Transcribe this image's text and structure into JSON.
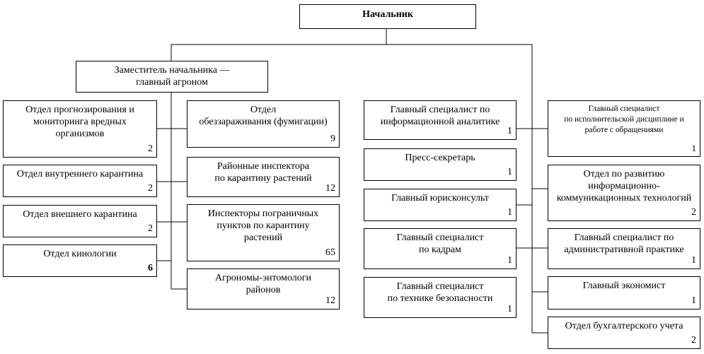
{
  "chief": {
    "label": "Начальник"
  },
  "deputy": {
    "label": "Заместитель начальника —\nглавный агроном"
  },
  "agro_left": [
    {
      "label": "Отдел прогнозирования и\nмониторинга вредных\nорганизмов",
      "count": "2"
    },
    {
      "label": "Отдел внутреннего карантина",
      "count": "2"
    },
    {
      "label": "Отдел внешнего карантина",
      "count": "2"
    },
    {
      "label": "Отдел кинологии",
      "count": "6"
    }
  ],
  "agro_right": [
    {
      "label": "Отдел\nобеззараживания (фумигации)",
      "count": "9"
    },
    {
      "label": "Районные инспектора\nпо карантину растений",
      "count": "12"
    },
    {
      "label": "Инспекторы пограничных\nпунктов по карантину\nрастений",
      "count": "65"
    },
    {
      "label": "Агрономы-энтомологи\nрайонов",
      "count": "12"
    }
  ],
  "center_column": [
    {
      "label": "Главный специалист по\nинформационной аналитике",
      "count": "1"
    },
    {
      "label": "Пресс-секретарь",
      "count": "1"
    },
    {
      "label": "Главный юрисконсульт",
      "count": "1"
    },
    {
      "label": "Главный специалист\nпо кадрам",
      "count": "1"
    },
    {
      "label": "Главный специалист\nпо технике безопасности",
      "count": "1"
    }
  ],
  "right_column": [
    {
      "label": "Главный специалист\nпо исполнительской дисциплине и\nработе с обращениями",
      "count": "1"
    },
    {
      "label": "Отдел по развитию\nинформационно-\nкоммуникационных технологий",
      "count": "2"
    },
    {
      "label": "Главный специалист по\nадминистративной практике",
      "count": "1"
    },
    {
      "label": "Главный экономист",
      "count": "1"
    },
    {
      "label": "Отдел бухгалтерского учета",
      "count": "2"
    }
  ]
}
